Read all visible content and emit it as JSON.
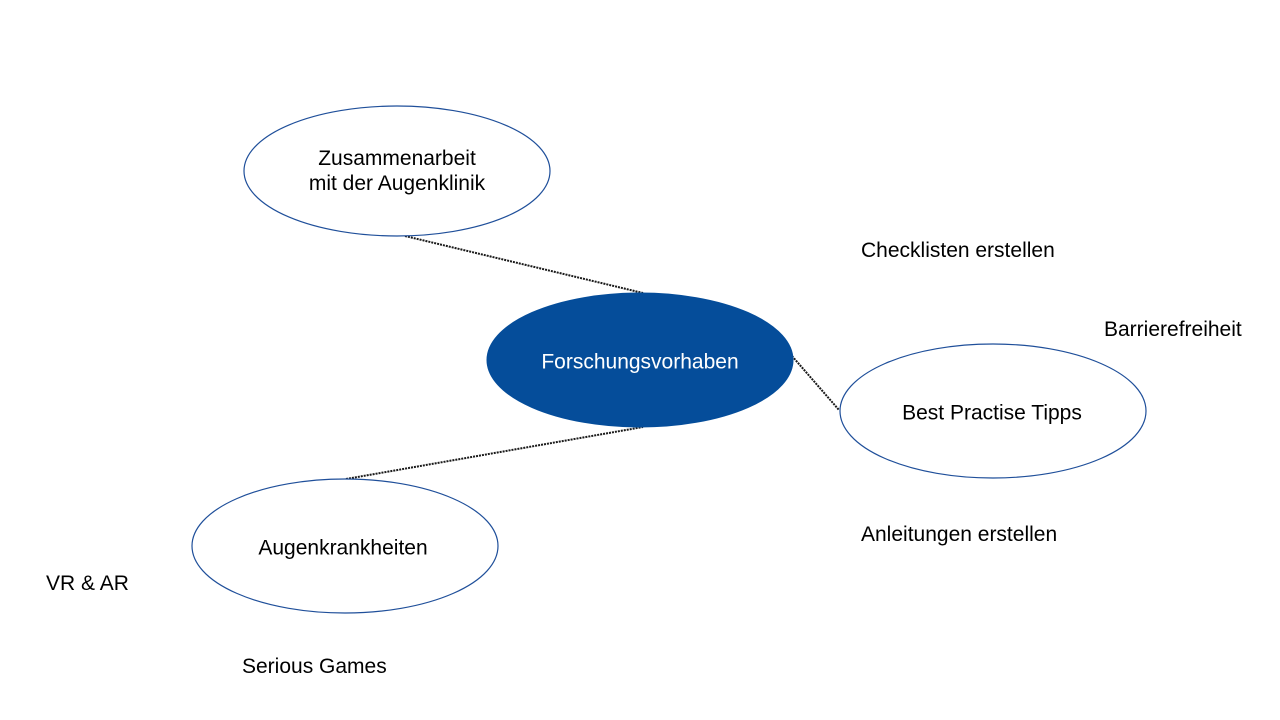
{
  "diagram": {
    "center": {
      "label": "Forschungsvorhaben"
    },
    "nodes": {
      "collaboration": {
        "line1": "Zusammenarbeit",
        "line2": "mit der Augenklinik"
      },
      "best_practice": {
        "label": "Best Practise Tipps"
      },
      "eye_diseases": {
        "label": "Augenkrankheiten"
      }
    },
    "free_labels": {
      "checklists": "Checklisten erstellen",
      "accessibility": "Barrierefreiheit",
      "instructions": "Anleitungen erstellen",
      "vr_ar": "VR & AR",
      "serious_games": "Serious Games"
    },
    "colors": {
      "center_fill": "#054d9a",
      "node_outline": "#1f4f9a",
      "connector": "#1a1a1a"
    }
  }
}
